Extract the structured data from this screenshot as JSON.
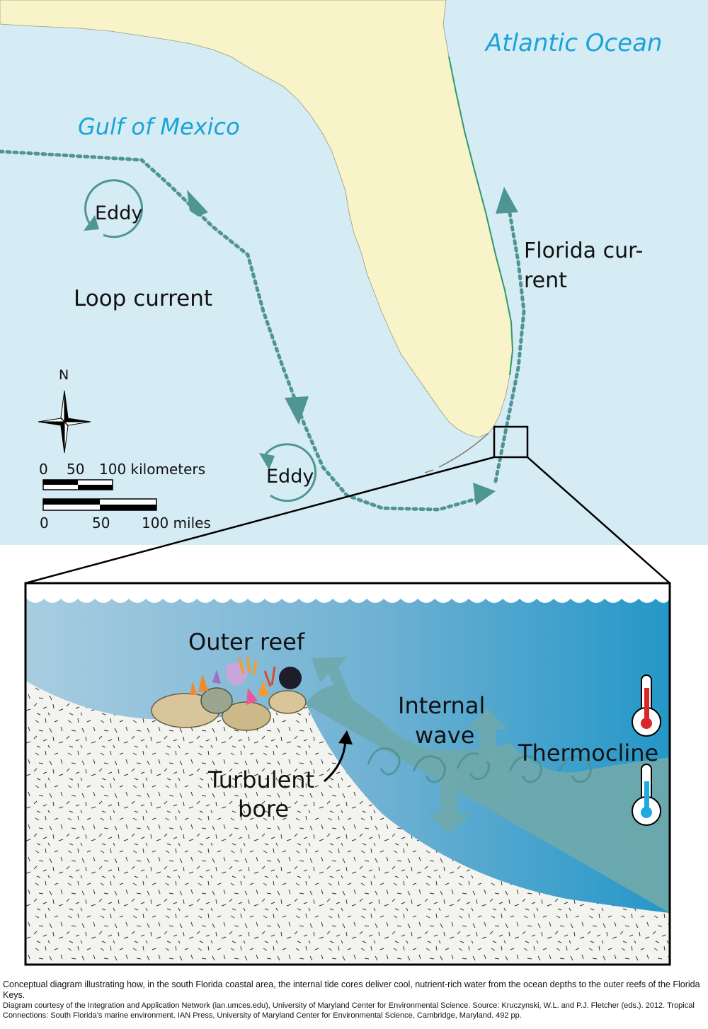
{
  "map": {
    "ocean_atlantic": "Atlantic Ocean",
    "ocean_gulf": "Gulf of Mexico",
    "loop_current": "Loop current",
    "eddy_1": "Eddy",
    "eddy_2": "Eddy",
    "florida_current_line1": "Florida cur-",
    "florida_current_line2": "rent",
    "compass_north": "N",
    "scale_km": {
      "labels": [
        "0",
        "50",
        "100 kilometers"
      ]
    },
    "scale_miles": {
      "labels": [
        "0",
        "50",
        "100 miles"
      ]
    }
  },
  "inset": {
    "outer_reef": "Outer reef",
    "internal_wave_line1": "Internal",
    "internal_wave_line2": "wave",
    "thermocline": "Thermocline",
    "turbulent_bore_line1": "Turbulent",
    "turbulent_bore_line2": "bore"
  },
  "caption": {
    "main": "Conceptual diagram illustrating how, in the south Florida coastal area, the internal tide cores deliver cool, nutrient-rich water from the ocean depths to the outer reefs of the Florida Keys.",
    "credit": "Diagram courtesy of the Integration and Application Network (ian.umces.edu), University of Maryland Center for Environmental Science. Source: Kruczynski, W.L. and P.J. Fletcher (eds.). 2012. Tropical Connections: South Florida’s marine environment. IAN Press, University of Maryland Center for Environmental Science, Cambridge, Maryland. 492 pp."
  },
  "colors": {
    "ocean": "#d6ecf5",
    "land": "#f8f3c8",
    "current": "#4f9593",
    "ocean_label": "#1aa3d9",
    "water_light": "#a9cde0",
    "water_dark": "#2497c8",
    "cold_water": "#6ea9ad",
    "seafloor": "#f3f3ef",
    "thermometer_hot": "#d9262a",
    "thermometer_cold": "#21a9e1"
  }
}
